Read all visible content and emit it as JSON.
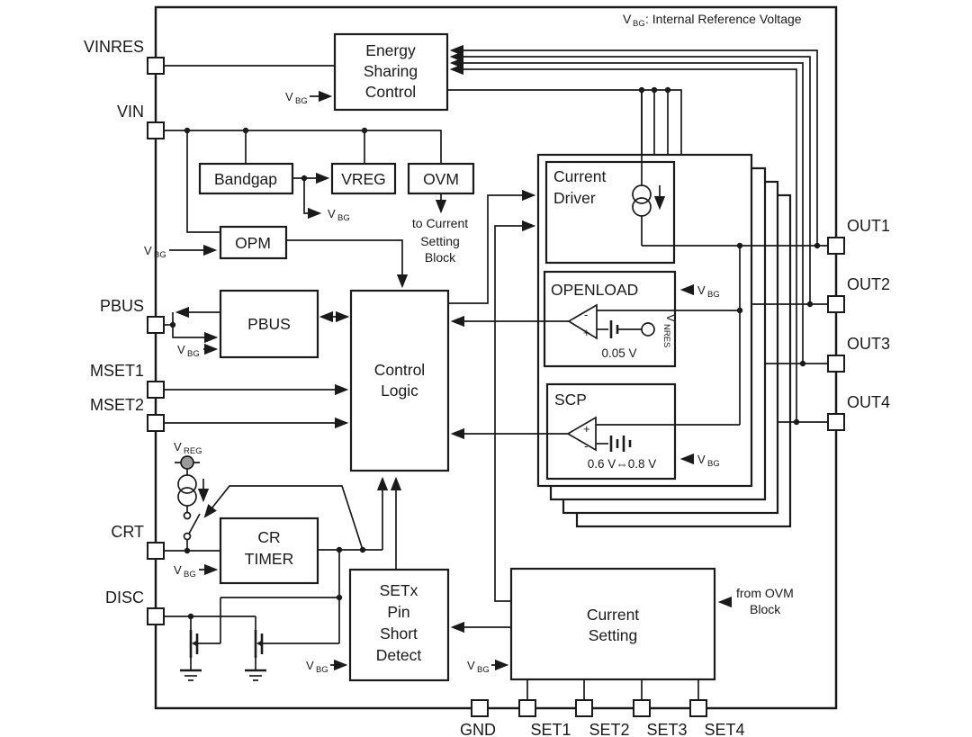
{
  "note": {
    "v": "V",
    "sub": "BG",
    "rest": ": Internal Reference Voltage"
  },
  "sym": {
    "vbg_v": "V",
    "vbg_s": "BG",
    "vreg_v": "V",
    "vreg_s": "REG",
    "vnres_v": "V",
    "vnres_s": "NRES",
    "plus": "+",
    "minus": "-"
  },
  "pins": {
    "vinres": "VINRES",
    "vin": "VIN",
    "pbus": "PBUS",
    "mset1": "MSET1",
    "mset2": "MSET2",
    "crt": "CRT",
    "disc": "DISC",
    "out1": "OUT1",
    "out2": "OUT2",
    "out3": "OUT3",
    "out4": "OUT4",
    "gnd": "GND",
    "set1": "SET1",
    "set2": "SET2",
    "set3": "SET3",
    "set4": "SET4"
  },
  "blocks": {
    "energy_sharing": {
      "l1": "Energy",
      "l2": "Sharing",
      "l3": "Control"
    },
    "bandgap": "Bandgap",
    "vreg": "VREG",
    "ovm": "OVM",
    "opm": "OPM",
    "pbus": "PBUS",
    "control_logic": {
      "l1": "Control",
      "l2": "Logic"
    },
    "current_driver": {
      "l1": "Current",
      "l2": "Driver"
    },
    "openload": "OPENLOAD",
    "scp": "SCP",
    "cr_timer": {
      "l1": "CR",
      "l2": "TIMER"
    },
    "setx_detect": {
      "l1": "SETx",
      "l2": "Pin",
      "l3": "Short",
      "l4": "Detect"
    },
    "current_setting": {
      "l1": "Current",
      "l2": "Setting"
    }
  },
  "ann": {
    "to_cs": {
      "l1": "to Current",
      "l2": "Setting",
      "l3": "Block"
    },
    "from_ovm": {
      "l1": "from OVM",
      "l2": "Block"
    },
    "openload_th": "0.05 V",
    "scp_th": "0.6 V⇔0.8 V"
  }
}
